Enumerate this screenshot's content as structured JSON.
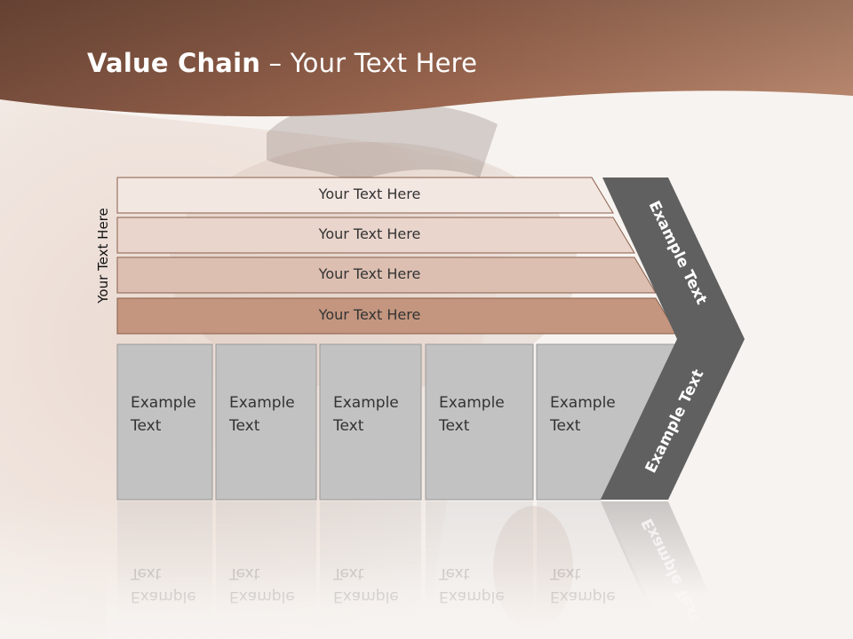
{
  "slide": {
    "title_bold": "Value Chain",
    "title_rest": " – Your Text Here",
    "side_label": "Your Text Here",
    "bars": [
      "Your Text Here",
      "Your Text Here",
      "Your Text Here",
      "Your Text Here"
    ],
    "boxes": [
      {
        "line1": "Example",
        "line2": "Text"
      },
      {
        "line1": "Example",
        "line2": "Text"
      },
      {
        "line1": "Example",
        "line2": "Text"
      },
      {
        "line1": "Example",
        "line2": "Text"
      },
      {
        "line1": "Example",
        "line2": "Text"
      }
    ],
    "chevron_upper": "Example Text",
    "chevron_lower": "Example Text"
  },
  "colors": {
    "header_dark": "#7a4f3d",
    "header_light": "#b88468",
    "bar_fills": [
      "#f3e7e2",
      "#e9d5cc",
      "#dcbfb1",
      "#c4967f"
    ],
    "bar_stroke": "#8a5e4a",
    "box_fill": "#c2c2c2",
    "box_stroke": "#9a9a9a",
    "chevron_fill": "#606060",
    "text_dark": "#333333"
  }
}
